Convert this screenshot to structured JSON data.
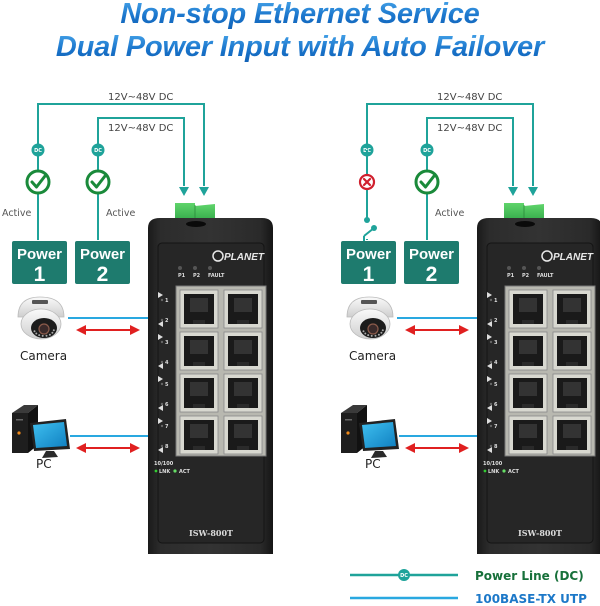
{
  "title": {
    "line1": "Non-stop Ethernet Service",
    "line2": "Dual Power Input with Auto Failover"
  },
  "colors": {
    "title_blue": "#1a7bd0",
    "power_line": "#1fa39a",
    "utp_line": "#29a8e0",
    "power_box": "#1e7b6e",
    "active_green": "#1a8a3a",
    "fault_red": "#d0202e",
    "arrow_red": "#e02020",
    "legend_green": "#17703a",
    "legend_blue": "#1c78c8"
  },
  "panels": [
    {
      "id": "normal",
      "voltage_outer": "12V~48V DC",
      "voltage_inner": "12V~48V DC",
      "dc_badge": "DC",
      "power1": {
        "label": "Power",
        "number": "1",
        "status": "Active",
        "state": "ok",
        "status_icon": "check-circle-icon"
      },
      "power2": {
        "label": "Power",
        "number": "2",
        "status": "Active",
        "state": "ok",
        "status_icon": "check-circle-icon"
      },
      "devices": [
        {
          "name": "Camera",
          "icon": "ip-camera-icon"
        },
        {
          "name": "PC",
          "icon": "desktop-pc-icon"
        }
      ],
      "switch": {
        "brand": "PLANET",
        "leds": [
          "P1",
          "P2",
          "FAULT"
        ],
        "ports": [
          "1",
          "2",
          "3",
          "4",
          "5",
          "6",
          "7",
          "8"
        ],
        "speed": "10/100",
        "lnk": "LNK",
        "act": "ACT",
        "model": "ISW-800T"
      }
    },
    {
      "id": "failover",
      "voltage_outer": "12V~48V DC",
      "voltage_inner": "12V~48V DC",
      "dc_badge": "DC",
      "power1": {
        "label": "Power",
        "number": "1",
        "status": "",
        "state": "fault",
        "status_icon": "x-circle-icon"
      },
      "power2": {
        "label": "Power",
        "number": "2",
        "status": "Active",
        "state": "ok",
        "status_icon": "check-circle-icon"
      },
      "devices": [
        {
          "name": "Camera",
          "icon": "ip-camera-icon"
        },
        {
          "name": "PC",
          "icon": "desktop-pc-icon"
        }
      ],
      "switch": {
        "brand": "PLANET",
        "leds": [
          "P1",
          "P2",
          "FAULT"
        ],
        "ports": [
          "1",
          "2",
          "3",
          "4",
          "5",
          "6",
          "7",
          "8"
        ],
        "speed": "10/100",
        "lnk": "LNK",
        "act": "ACT",
        "model": "ISW-800T"
      }
    }
  ],
  "legend": {
    "power_line": "Power Line (DC)",
    "power_line_badge": "DC",
    "utp": "100BASE-TX UTP"
  }
}
